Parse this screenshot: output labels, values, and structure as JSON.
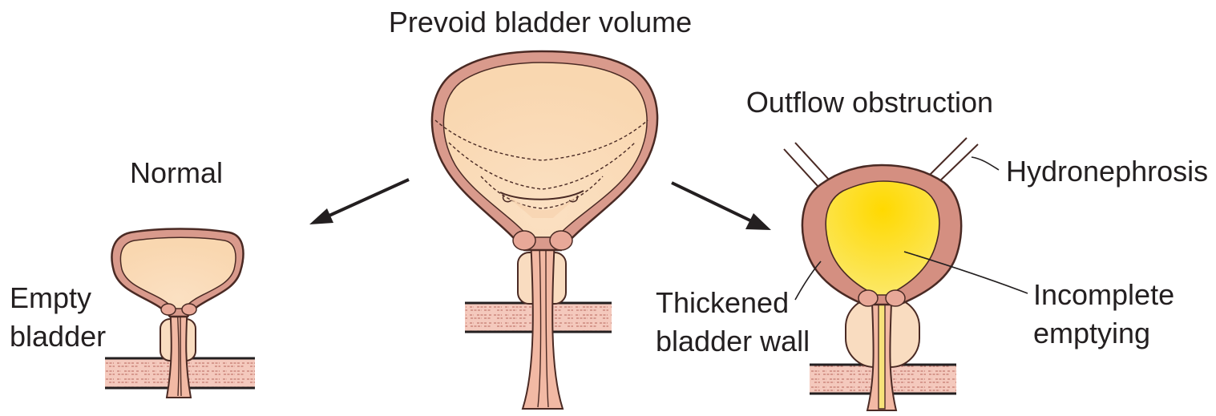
{
  "labels": {
    "prevoid": "Prevoid bladder volume",
    "normal": "Normal",
    "empty_line1": "Empty",
    "empty_line2": "bladder",
    "outflow": "Outflow obstruction",
    "hydronephrosis": "Hydronephrosis",
    "thickened_line1": "Thickened",
    "thickened_line2": "bladder wall",
    "incomplete_line1": "Incomplete",
    "incomplete_line2": "emptying"
  },
  "colors": {
    "wall": "#d99a8c",
    "wall_outline": "#4a2a24",
    "lumen": "#fbe3c6",
    "urine": "#f7dc2a",
    "prostate": "#f9dcc0",
    "floor": "#f2c2b2",
    "ink": "#231f20"
  }
}
